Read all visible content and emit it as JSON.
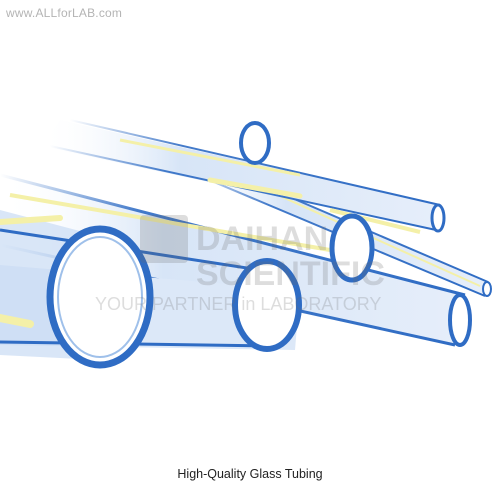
{
  "site": {
    "watermark": "www.ALLforLAB.com"
  },
  "brand": {
    "logo_word_1": "DAIHAN",
    "logo_word_2": "SCIENTIFIC",
    "tagline": "YOUR PARTNER in LABORATORY"
  },
  "product": {
    "caption": "High-Quality Glass Tubing"
  },
  "colors": {
    "glass_blue": "#2f6cc4",
    "glass_light": "#cfe0f6",
    "highlight_yellow": "#f4f0a8",
    "watermark_gray": "#b4b4b4"
  }
}
